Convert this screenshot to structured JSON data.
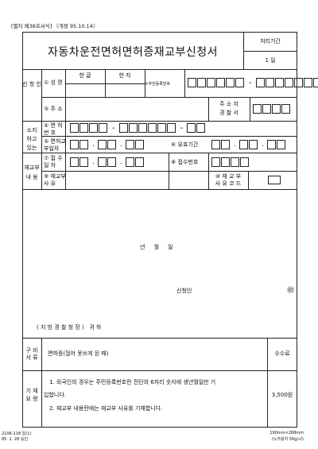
{
  "header": {
    "form_no": "[별지 제38호서식] 〈개정 95.10.14〉",
    "title": "자동차운전면허면허증재교부신청서",
    "processing_label": "처리기간",
    "processing_value": "1 일"
  },
  "applicant": {
    "section": "신 청 인",
    "name_label": "① 성 명",
    "hangul": "한 글",
    "hanja": "한 자",
    "rrn_label": "②주민등록번호",
    "address_label": "③ 주 소",
    "jurisdiction_label": "주 소 지\n경 찰 서"
  },
  "license": {
    "section": "소지\n하고\n있는",
    "number_label": "④ 면 허\n번 호",
    "issue_label": "⑤ 면허교\n부일자",
    "valid_label": "⑥ 유효기간"
  },
  "reissue": {
    "section": "재교부\n내 용",
    "receipt_date_label": "⑦ 접 수\n일 자",
    "receipt_no_label": "⑧ 접수번호",
    "reason_label": "⑨ 재교부\n사 유",
    "reason_code_label": "⑩ 재 교 부\n사 유 코 드"
  },
  "signature": {
    "date": "년     월     일",
    "applicant": "신청인",
    "seal": "㊞",
    "recipient": "( 지 방 경 찰 청 장 )   귀 하"
  },
  "documents": {
    "label": "구 비\n서 류",
    "value": "면허증(헐어 못쓰게 된 때)",
    "fee_label": "수수료"
  },
  "notes": {
    "label": "기 재\n요 령",
    "note1": "1. 외국인의 경우는 주민등록번호란 전단의 6자리 숫자에 생년월일만 기",
    "note1b": "입합니다.",
    "note2": "2. 재교부 내용란에는 재교부 사유를 기재합니다.",
    "fee": "3,500원"
  },
  "footer": {
    "left1": "2106-118 일(1)",
    "left2": "85. 1. 28 승인",
    "right1": "190mm×268mm",
    "right2": "(노카용지 50g/㎡)"
  }
}
